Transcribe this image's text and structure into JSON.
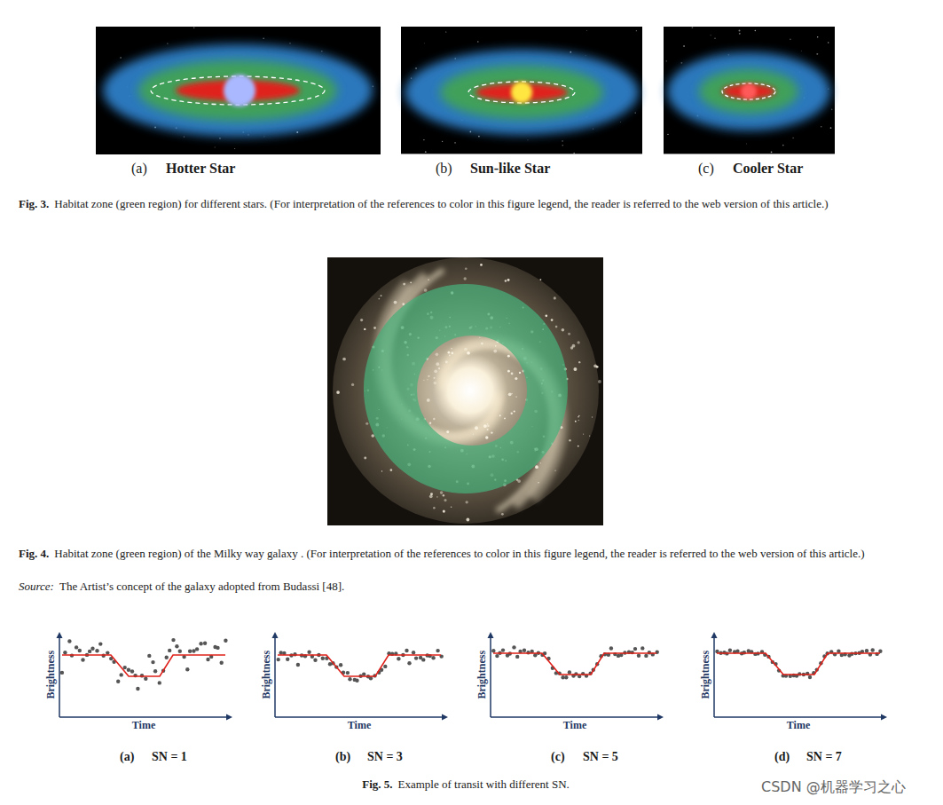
{
  "diagram": {
    "labels": [
      "(a)",
      "Hotter Star",
      "(b)",
      "Sun-like Star",
      "(c)",
      "Cooler Star",
      "Fig. 3.",
      "Habitat zone (green region) for different stars. (For interpretation of the references to color in this figure legend, the reader is referred to the web version of this article.)",
      "Fig. 4.",
      "Habitat zone (green region) of the Milky way galaxy . (For interpretation of the references to color in this figure legend, the reader is referred to the web version of this article.)",
      "Source:",
      "The Artist’s concept of the galaxy adopted from Budassi [48].",
      "Brightness",
      "Brightness",
      "Brightness",
      "Brightness",
      "Time",
      "Time",
      "Time",
      "Time",
      "(a)",
      "SN = 1",
      "(b)",
      "SN = 3",
      "(c)",
      "SN = 5",
      "(d)",
      "SN = 7",
      "Fig. 5.",
      "Example of transit with different SN.",
      "CSDN @机器学习之心"
    ]
  }
}
